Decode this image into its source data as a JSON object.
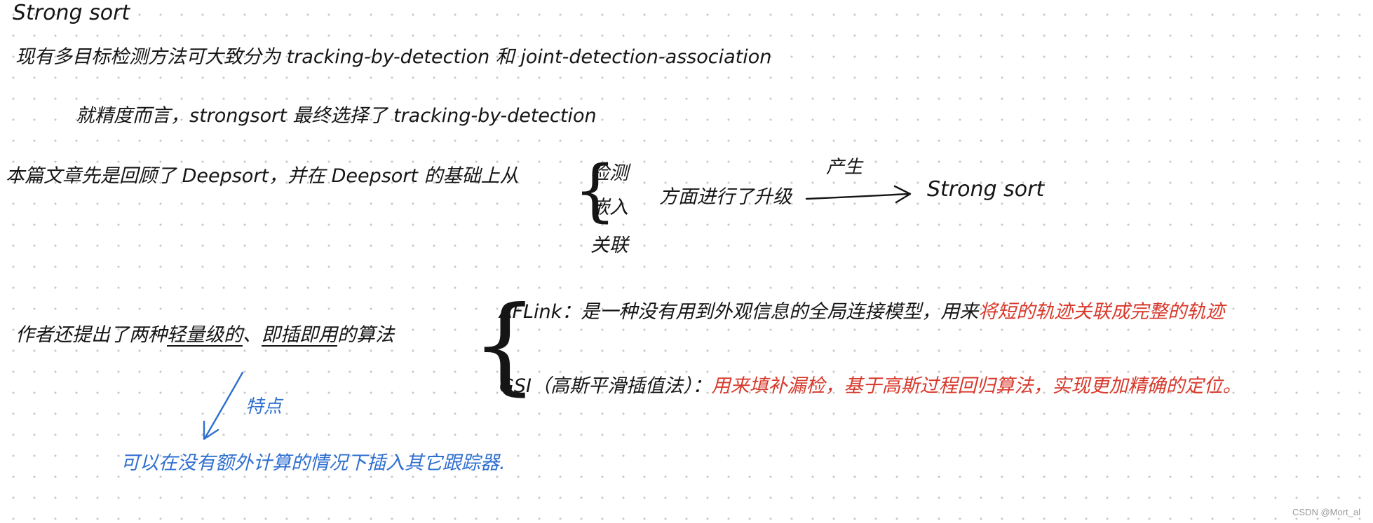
{
  "title": "Strong sort",
  "line1": "现有多目标检测方法可大致分为 tracking-by-detection 和 joint-detection-association",
  "line2": "就精度而言，strongsort 最终选择了 tracking-by-detection",
  "line3": {
    "prefix": "本篇文章先是回顾了 Deepsort，并在 Deepsort 的基础上从",
    "items": [
      "检测",
      "嵌入",
      "关联"
    ],
    "suffix": "方面进行了升级",
    "arrow_label": "产生",
    "result": "Strong sort"
  },
  "line4": {
    "prefix": "作者还提出了两种",
    "u1": "轻量级的",
    "sep": "、",
    "u2": "即插即用",
    "suffix": "的算法"
  },
  "aflink": {
    "lead": "AFLink：是一种没有用到外观信息的全局连接模型，用来",
    "red": "将短的轨迹关联成完整的轨迹"
  },
  "gsi": {
    "lead": "GSI（高斯平滑插值法）：",
    "red": "用来填补漏检，基于高斯过程回归算法，实现更加精确的定位。"
  },
  "note": {
    "label": "特点",
    "text": "可以在没有额外计算的情况下插入其它跟踪器."
  },
  "watermark": "CSDN @Mort_al",
  "colors": {
    "ink": "#151515",
    "red": "#d8392c",
    "blue": "#2f6fd0",
    "dots": "#c7c7c7"
  }
}
